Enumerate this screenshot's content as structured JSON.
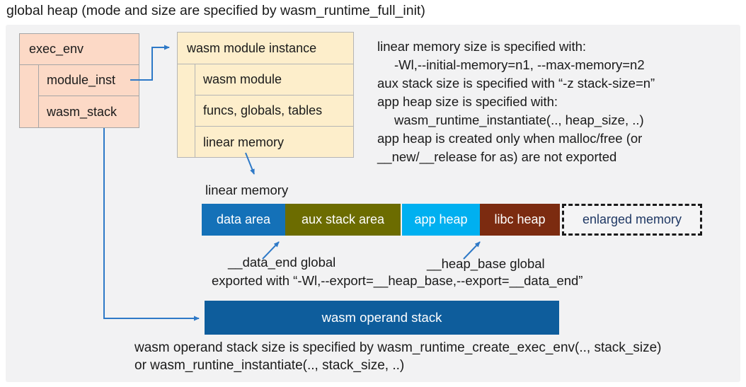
{
  "title": "global heap (mode and size are specified by wasm_runtime_full_init)",
  "exec_env": {
    "header": "exec_env",
    "rows": [
      {
        "label": "module_inst"
      },
      {
        "label": "wasm_stack"
      }
    ]
  },
  "module_instance": {
    "header": "wasm module instance",
    "rows": [
      {
        "label": "wasm module"
      },
      {
        "label": "funcs, globals, tables"
      },
      {
        "label": "linear memory"
      }
    ]
  },
  "right_notes": [
    "linear memory size is specified with:",
    "-Wl,--initial-memory=n1, --max-memory=n2",
    "aux stack size is specified with “-z stack-size=n”",
    "app heap size is specified with:",
    "wasm_runtime_instantiate(.., heap_size, ..)",
    "app heap is created only when malloc/free (or",
    "__new/__release for as) are not exported"
  ],
  "linear_memory": {
    "label": "linear memory",
    "segments": [
      {
        "label": "data area",
        "color": "#1471b8"
      },
      {
        "label": "aux stack area",
        "color": "#6c6c00"
      },
      {
        "label": "app heap",
        "color": "#00b0f0"
      },
      {
        "label": "libc heap",
        "color": "#7c2b10"
      },
      {
        "label": "enlarged memory",
        "color": "dashed-outline"
      }
    ]
  },
  "annotations": {
    "data_end": "__data_end global",
    "heap_base": "__heap_base global",
    "exported": "exported with “-Wl,--export=__heap_base,--export=__data_end”"
  },
  "operand_stack": {
    "label": "wasm operand stack"
  },
  "bottom_notes": [
    "wasm operand stack size is specified by wasm_runtime_create_exec_env(.., stack_size)",
    "or wasm_runtine_instantiate(.., stack_size, ..)"
  ],
  "colors": {
    "connector_blue": "#2e79c7",
    "data_area": "#1471b8",
    "aux_stack_area": "#6c6c00",
    "app_heap": "#00b0f0",
    "libc_heap": "#7c2b10",
    "enlarged_memory_text": "#1f3864",
    "operand_stack_bar": "#0e5d9c",
    "exec_env_fill": "#fcd9c6",
    "module_instance_fill": "#fdeecb",
    "canvas_gray": "#f2f2f3"
  }
}
